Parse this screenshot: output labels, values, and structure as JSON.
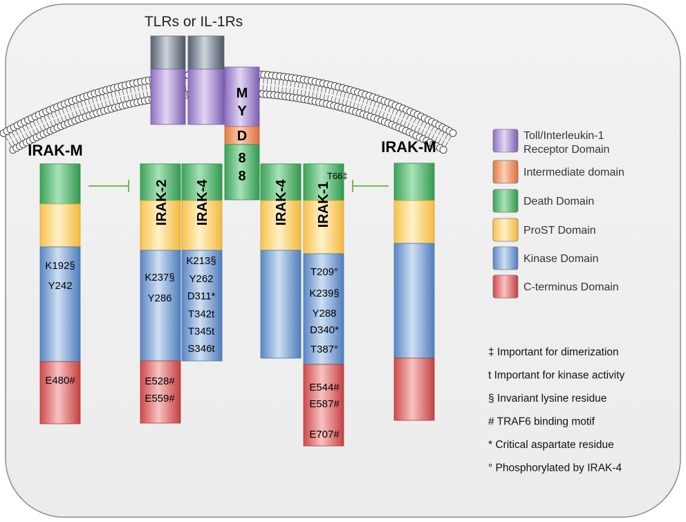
{
  "receptor": {
    "label": "TLRs or IL-1Rs"
  },
  "myd88": {
    "letters": [
      "M",
      "Y",
      "D",
      "8",
      "8"
    ]
  },
  "proteins": {
    "irak_m_left": {
      "title": "IRAK-M",
      "residues": [
        "K192§",
        "Y242"
      ],
      "cterm": [
        "E480#"
      ]
    },
    "irak_2": {
      "label": "IRAK-2",
      "residues": [
        "K237§",
        "Y286"
      ],
      "cterm": [
        "E528#",
        "E559#"
      ]
    },
    "irak_4_left": {
      "label": "IRAK-4",
      "residues": [
        "K213§",
        "Y262",
        "D311*",
        "T342t",
        "T345t",
        "S346t"
      ]
    },
    "irak_4_right": {
      "label": "IRAK-4"
    },
    "irak_1": {
      "label": "IRAK-1",
      "dd_note": "T66‡",
      "residues": [
        "T209°",
        "K239§",
        "Y288",
        "D340*",
        "T387°"
      ],
      "cterm": [
        "E544#",
        "E587#",
        "E707#"
      ]
    },
    "irak_m_right": {
      "title": "IRAK-M"
    }
  },
  "legend": [
    {
      "lines": [
        "Toll/Interleukin-1",
        "Receptor Domain"
      ],
      "color": "#a58ad0"
    },
    {
      "lines": [
        "Intermediate domain"
      ],
      "color": "#f2a27a"
    },
    {
      "lines": [
        "Death Domain"
      ],
      "color": "#5cbf78"
    },
    {
      "lines": [
        "ProST Domain"
      ],
      "color": "#ffd580"
    },
    {
      "lines": [
        "Kinase Domain"
      ],
      "color": "#7fa6d6"
    },
    {
      "lines": [
        "C-terminus Domain"
      ],
      "color": "#dd6a6a"
    }
  ],
  "notes": [
    "‡ Important for dimerization",
    "t Important for kinase activity",
    "§ Invariant lysine residue",
    "# TRAF6 binding motif",
    "* Critical aspartate residue",
    "° Phosphorylated by IRAK-4"
  ]
}
